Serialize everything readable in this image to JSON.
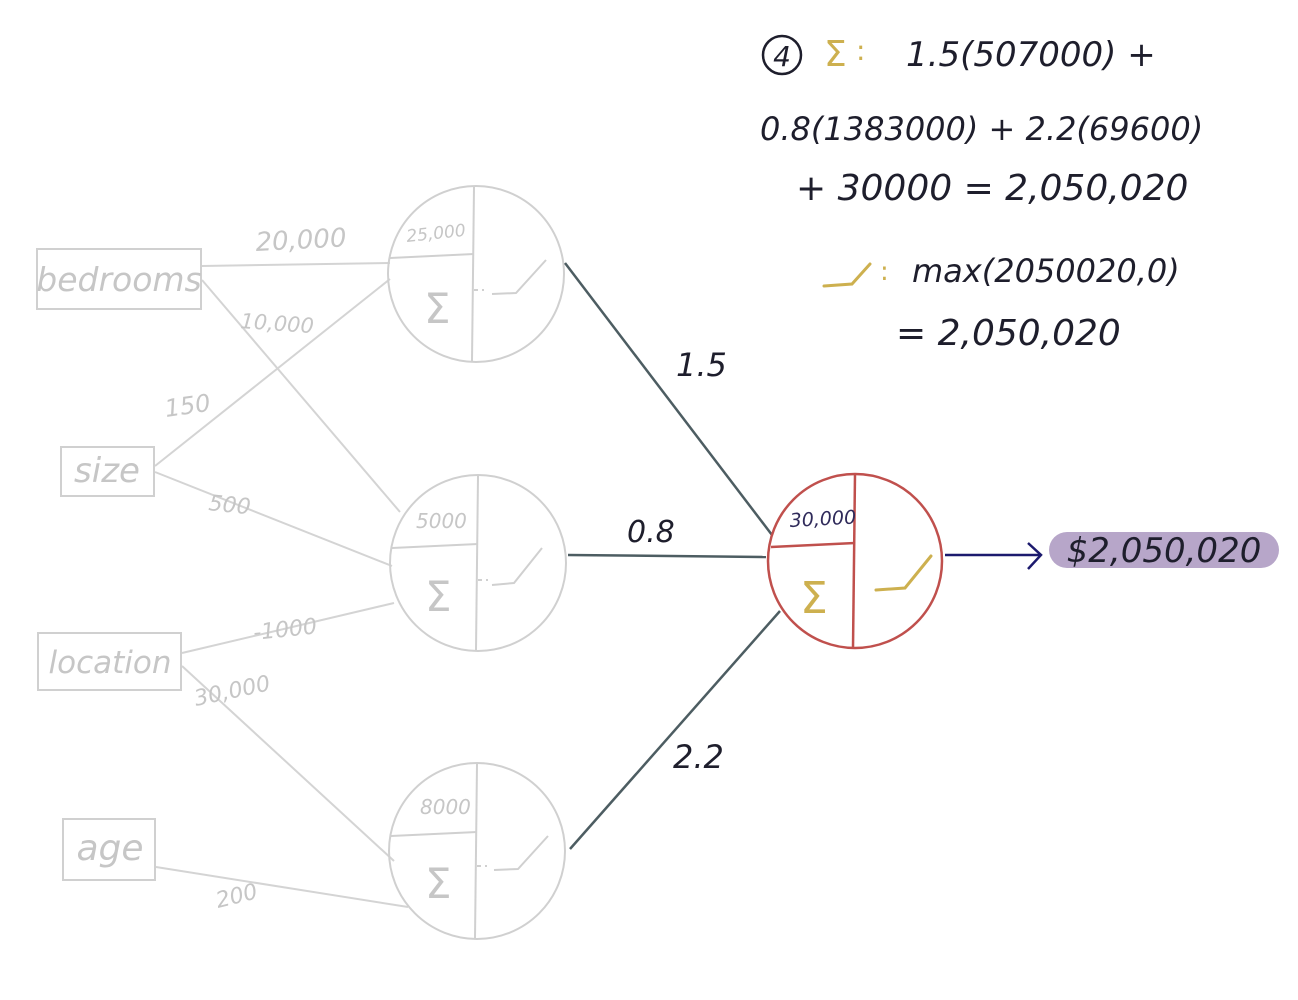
{
  "colors": {
    "faded": "#d0d0d0",
    "faded_text": "#c6c6c6",
    "dark_edge": "#4d5d62",
    "output_neuron": "#c0504d",
    "sigma_gold": "#cdb04f",
    "arrow": "#1c1a6e",
    "output_badge": "#b7a6c9",
    "ink": "#1e1e2c",
    "bias_ink": "#2f2a5a"
  },
  "inputs": [
    {
      "label": "bedrooms"
    },
    {
      "label": "size"
    },
    {
      "label": "location"
    },
    {
      "label": "age"
    }
  ],
  "input_weights": [
    "20,000",
    "10,000",
    "150",
    "500",
    "-1000",
    "30,000",
    "200"
  ],
  "hidden": [
    {
      "bias": "25,000",
      "sum_symbol": "Σ"
    },
    {
      "bias": "5000",
      "sum_symbol": "Σ"
    },
    {
      "bias": "8000",
      "sum_symbol": "Σ"
    }
  ],
  "output_weights": [
    "1.5",
    "0.8",
    "2.2"
  ],
  "output_neuron": {
    "bias": "30,000",
    "sum_symbol": "Σ"
  },
  "output_value": "$2,050,020",
  "calculation": {
    "step": "4",
    "sum_symbol": "Σ",
    "sum_colon": ":",
    "line1": "1.5(507000) +",
    "line2": "0.8(1383000) + 2.2(69600)",
    "line3": "+ 30000 = 2,050,020",
    "relu_colon": ":",
    "line4": "max(2050020,0)",
    "line5": "= 2,050,020"
  }
}
